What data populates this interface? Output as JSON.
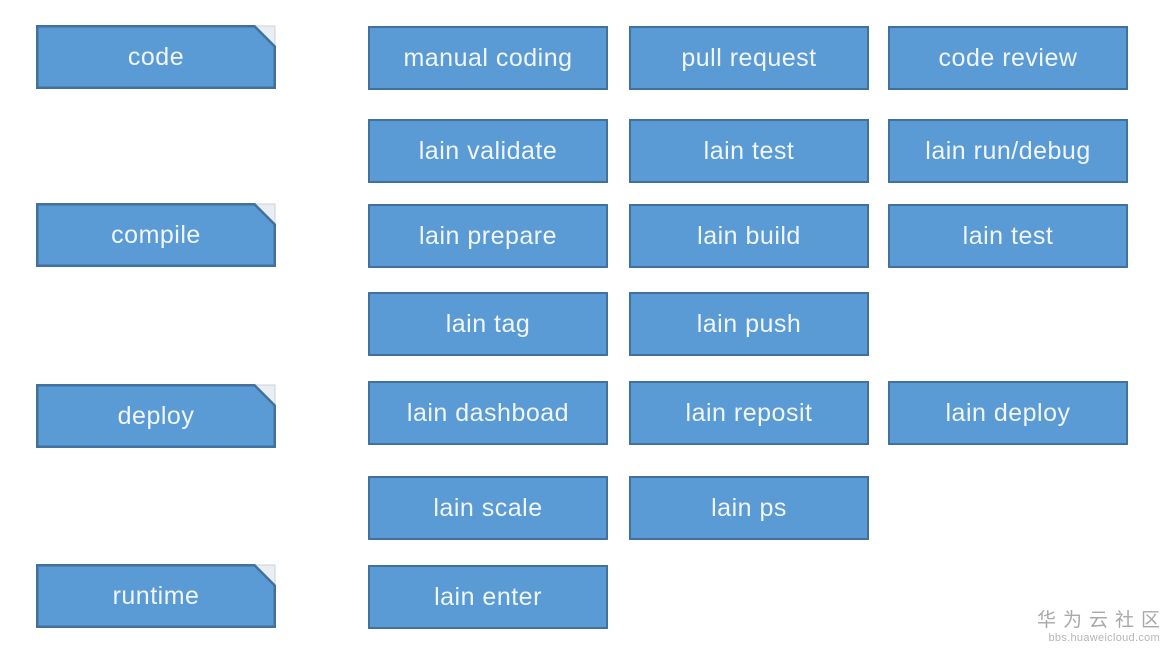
{
  "palette": {
    "box_fill": "#5b9bd5",
    "box_border": "#41719c",
    "box_text": "#f1f6fb",
    "watermark_color": "#a8a8a8"
  },
  "stages": [
    {
      "label": "code"
    },
    {
      "label": "compile"
    },
    {
      "label": "deploy"
    },
    {
      "label": "runtime"
    }
  ],
  "commands": {
    "rows": [
      {
        "cells": [
          "manual coding",
          "pull request",
          "code review"
        ]
      },
      {
        "cells": [
          "lain validate",
          "lain test",
          "lain run/debug"
        ]
      },
      {
        "cells": [
          "lain prepare",
          "lain build",
          "lain test"
        ]
      },
      {
        "cells": [
          "lain tag",
          "lain push"
        ]
      },
      {
        "cells": [
          "lain dashboad",
          "lain reposit",
          "lain deploy"
        ]
      },
      {
        "cells": [
          "lain scale",
          "lain ps"
        ]
      },
      {
        "cells": [
          "lain enter"
        ]
      }
    ]
  },
  "watermark": {
    "title": "华为云社区",
    "subtitle": "bbs.huaweicloud.com"
  }
}
